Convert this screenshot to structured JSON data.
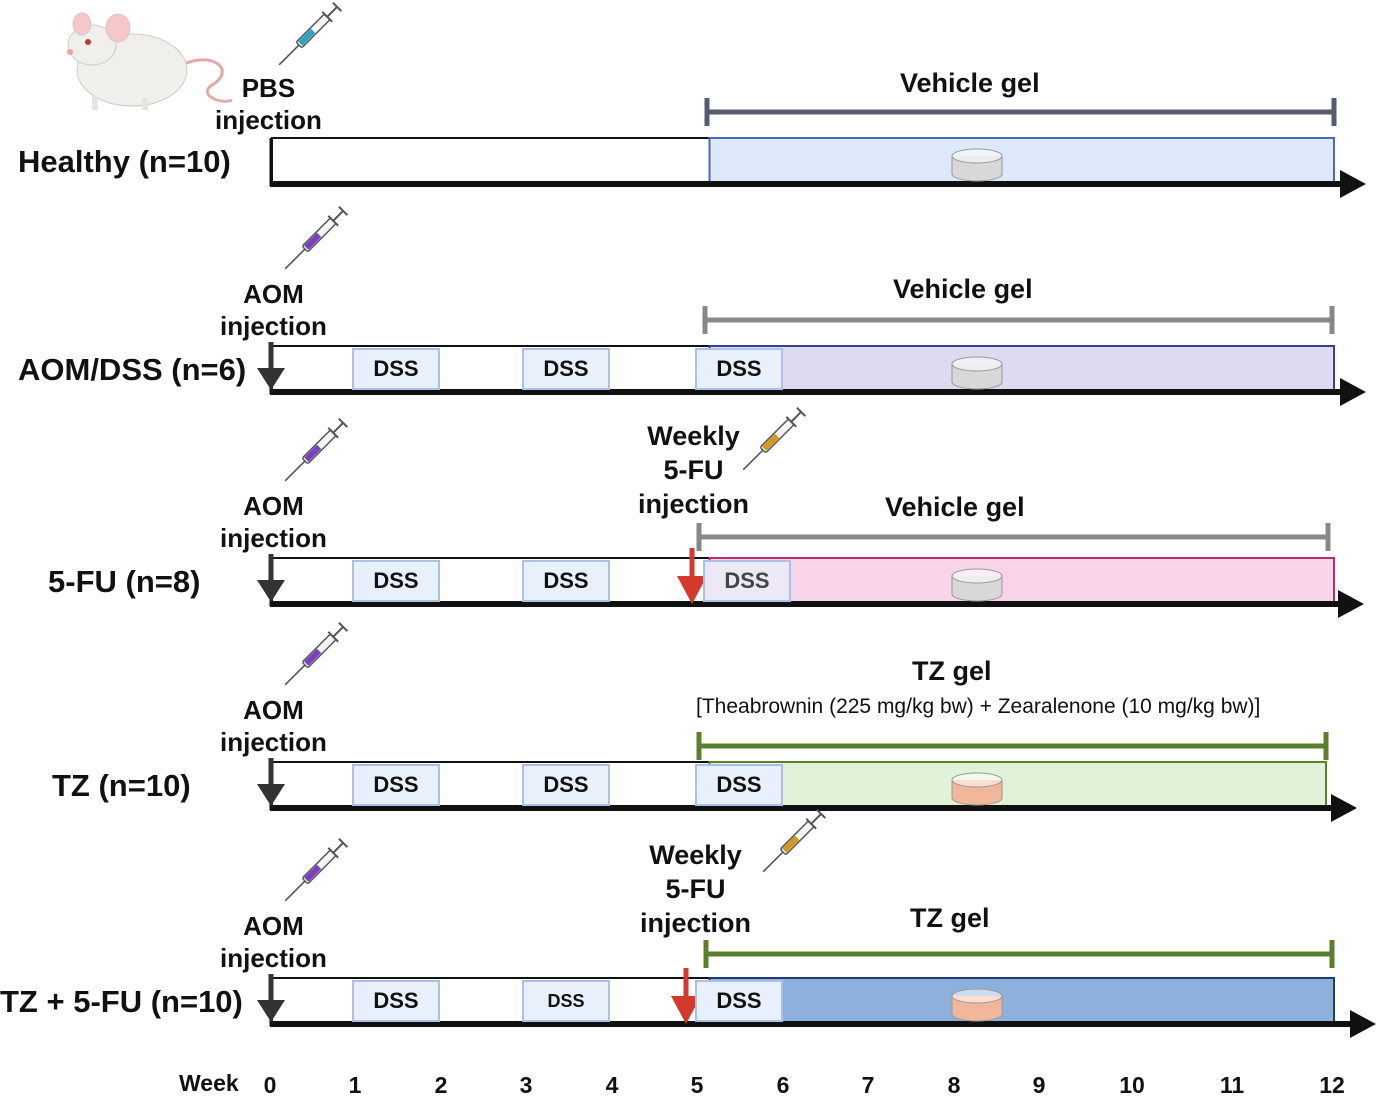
{
  "groups": [
    {
      "label": "Healthy (n=10)",
      "injection": [
        "PBS",
        "injection"
      ],
      "gel": "Vehicle gel",
      "dss": []
    },
    {
      "label": "AOM/DSS (n=6)",
      "injection": [
        "AOM",
        "injection"
      ],
      "gel": "Vehicle gel",
      "dss": [
        "DSS",
        "DSS",
        "DSS"
      ]
    },
    {
      "label": "5-FU (n=8)",
      "injection": [
        "AOM",
        "injection"
      ],
      "gel": "Vehicle gel",
      "dss": [
        "DSS",
        "DSS",
        "DSS"
      ],
      "extra_injection": [
        "Weekly",
        "5-FU",
        "injection"
      ]
    },
    {
      "label": "TZ (n=10)",
      "injection": [
        "AOM",
        "injection"
      ],
      "gel": "TZ gel",
      "gel_detail": "[Theabrownin (225 mg/kg bw) + Zearalenone (10 mg/kg bw)]",
      "dss": [
        "DSS",
        "DSS",
        "DSS"
      ]
    },
    {
      "label": "TZ + 5-FU (n=10)",
      "injection": [
        "AOM",
        "injection"
      ],
      "gel": "TZ gel",
      "dss": [
        "DSS",
        "DSS",
        "DSS"
      ],
      "extra_injection": [
        "Weekly",
        "5-FU",
        "injection"
      ]
    }
  ],
  "axis": {
    "label": "Week",
    "ticks": [
      "0",
      "1",
      "2",
      "3",
      "4",
      "5",
      "6",
      "7",
      "8",
      "9",
      "10",
      "11",
      "12"
    ]
  },
  "colors": {
    "healthy_fill": "#dde8fb",
    "aomdss_fill": "#dddaf2",
    "fivefu_fill": "#f7d4e8",
    "tz_fill": "#e0f3d9",
    "tzfu_fill": "#8eb0dc",
    "vehicle_bar": "#555d6e",
    "vehicle_bar_grey": "#888888",
    "tz_bar": "#5c7f2c",
    "arrow_red": "#d43a2c",
    "syringe_pbs": "#2aa4c2",
    "syringe_aom": "#7a3fbf",
    "syringe_5fu": "#d29a1c",
    "gel_vehicle": "#d8d8d8",
    "gel_tz": "#f2b79a"
  },
  "icons": [
    "mouse-icon",
    "syringe-icon",
    "gel-disc-icon",
    "red-down-arrow-icon",
    "down-arrow-icon",
    "timeline-arrow-icon"
  ]
}
